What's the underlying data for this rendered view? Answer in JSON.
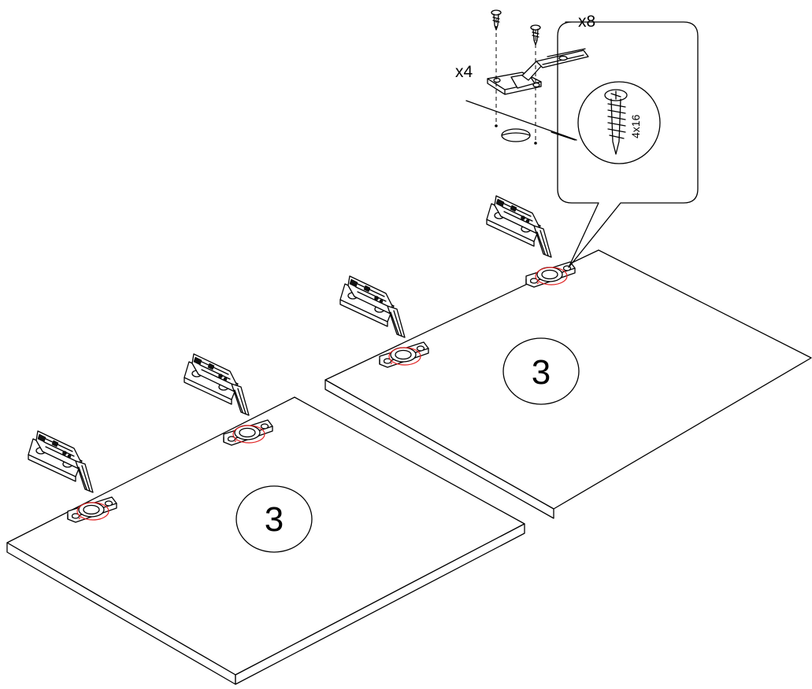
{
  "panels": [
    {
      "label": "3"
    },
    {
      "label": "3"
    }
  ],
  "callout": {
    "screw_quantity": "x8",
    "hinge_quantity": "x4",
    "screw_size": "4x16"
  }
}
